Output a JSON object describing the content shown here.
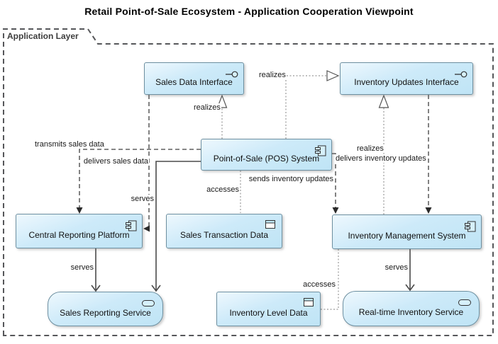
{
  "title": "Retail Point-of-Sale Ecosystem - Application Cooperation Viewpoint",
  "group": {
    "label": "Application Layer"
  },
  "nodes": {
    "sales_data_interface": {
      "label": "Sales Data Interface",
      "type": "application-interface"
    },
    "inventory_updates_interface": {
      "label": "Inventory Updates Interface",
      "type": "application-interface"
    },
    "pos_system": {
      "label": "Point-of-Sale (POS) System",
      "type": "application-component"
    },
    "central_reporting_platform": {
      "label": "Central Reporting Platform",
      "type": "application-component"
    },
    "sales_transaction_data": {
      "label": "Sales Transaction Data",
      "type": "data-object"
    },
    "inventory_management_system": {
      "label": "Inventory Management System",
      "type": "application-component"
    },
    "sales_reporting_service": {
      "label": "Sales Reporting Service",
      "type": "application-service"
    },
    "inventory_level_data": {
      "label": "Inventory Level Data",
      "type": "data-object"
    },
    "realtime_inventory_service": {
      "label": "Real-time Inventory Service",
      "type": "application-service"
    }
  },
  "edges": {
    "realizes_pos_sales_data": {
      "label": "realizes",
      "type": "realization"
    },
    "realizes_pos_inventory_updates": {
      "label": "realizes",
      "type": "realization"
    },
    "realizes_ims_inventory_updates": {
      "label": "realizes",
      "type": "realization"
    },
    "flow_transmits_sales_data": {
      "label": "transmits sales data",
      "type": "flow"
    },
    "flow_delivers_sales_data": {
      "label": "delivers sales data",
      "type": "flow"
    },
    "flow_sends_inventory_updates": {
      "label": "sends inventory updates",
      "type": "flow"
    },
    "flow_delivers_inventory_updates": {
      "label": "delivers inventory updates",
      "type": "flow"
    },
    "serves_pos_sales_reporting": {
      "label": "serves",
      "type": "serving"
    },
    "serves_crp_sales_reporting": {
      "label": "serves",
      "type": "serving"
    },
    "serves_ims_realtime_service": {
      "label": "serves",
      "type": "serving"
    },
    "accesses_pos_sales_transaction": {
      "label": "accesses",
      "type": "access"
    },
    "accesses_ims_inventory_level": {
      "label": "accesses",
      "type": "access"
    }
  },
  "colors": {
    "element_fill": "#c8e9f8",
    "element_border": "#6d8fa0",
    "icon_fill": "#d6f0fb",
    "flow_line": "#3f3f3f",
    "serving_line": "#4a4a4a",
    "dotted_line": "#999999",
    "group_border": "#56575a",
    "background": "#ffffff"
  }
}
